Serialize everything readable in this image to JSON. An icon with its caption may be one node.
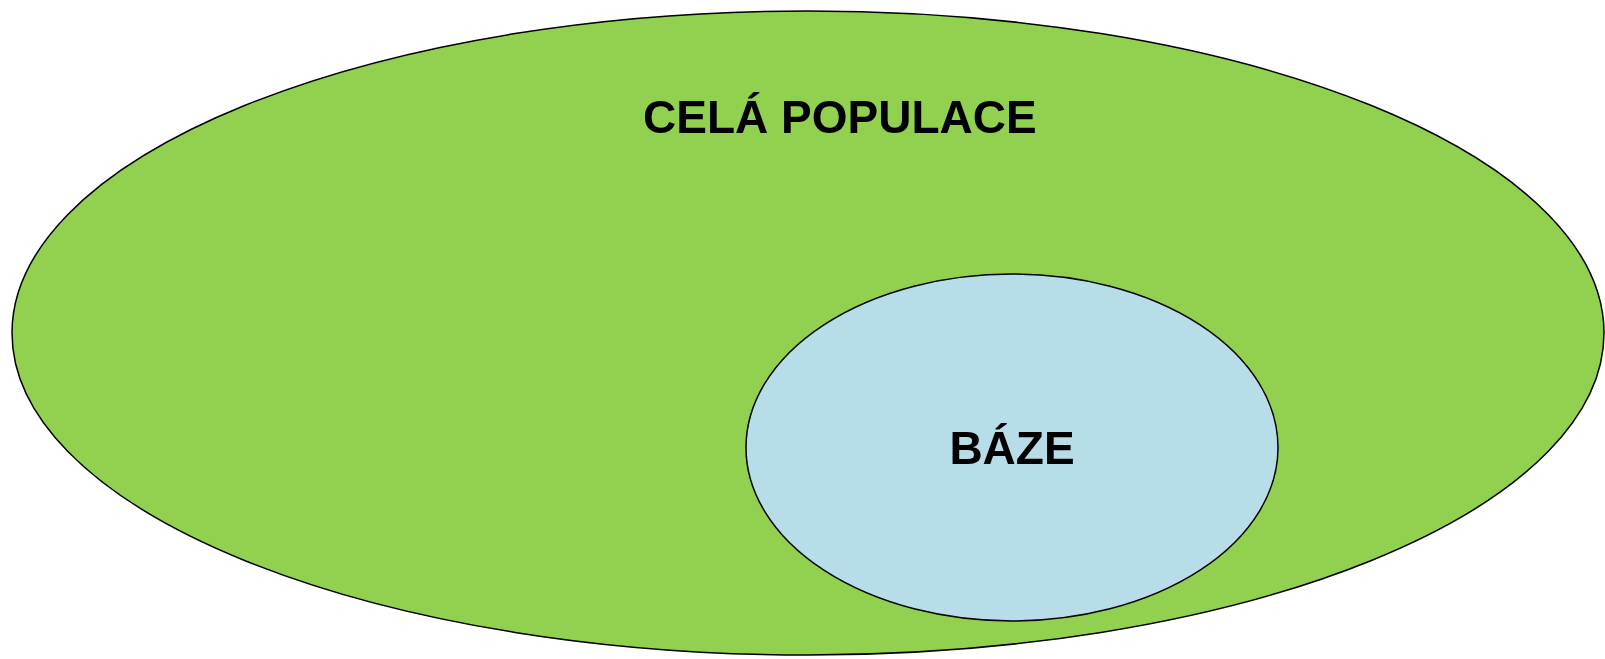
{
  "diagram": {
    "nodes": [
      {
        "text": [
          "CELÁ POPULACE"
        ]
      },
      {
        "text": [
          "BÁZE"
        ],
        "in": 0
      }
    ]
  }
}
